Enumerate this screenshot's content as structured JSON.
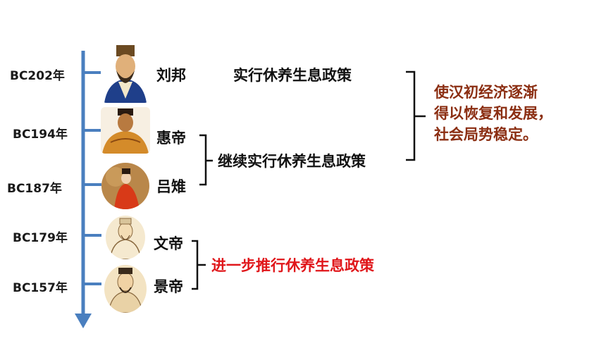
{
  "timeline": [
    {
      "year": "BC202年",
      "ruler": "刘邦"
    },
    {
      "year": "BC194年",
      "ruler": "惠帝"
    },
    {
      "year": "BC187年",
      "ruler": "吕雉"
    },
    {
      "year": "BC179年",
      "ruler": "文帝"
    },
    {
      "year": "BC157年",
      "ruler": "景帝"
    }
  ],
  "policies": {
    "first": "实行休养生息政策",
    "second": "继续实行休养生息政策",
    "third": "进一步推行休养生息政策"
  },
  "result": {
    "line1": "使汉初经济逐渐",
    "line2": "得以恢复和发展，",
    "line3": "社会局势稳定。"
  },
  "colors": {
    "axis": "#4a7fbf",
    "result_text": "#8b2e12",
    "highlight_policy": "#e0161a"
  }
}
